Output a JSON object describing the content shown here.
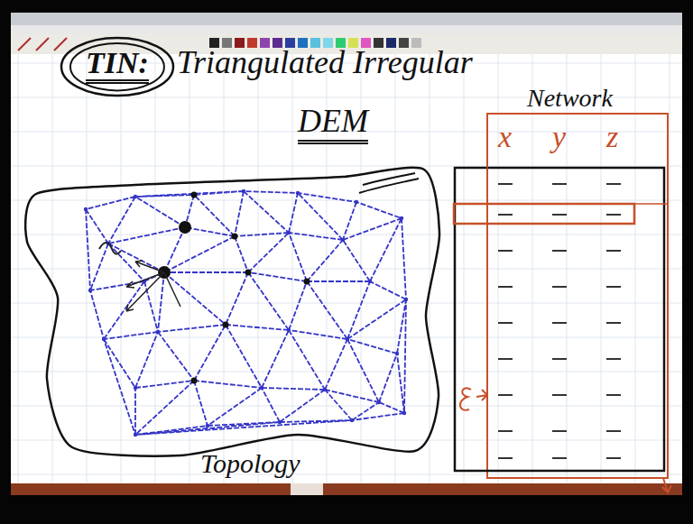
{
  "diagram": {
    "nodes": [
      {
        "text": [
          "TIN:"
        ]
      }
    ],
    "labels": [
      "Triangulated Irregular",
      "Network",
      "DEM",
      "x",
      "y",
      "z",
      "Topology"
    ]
  }
}
